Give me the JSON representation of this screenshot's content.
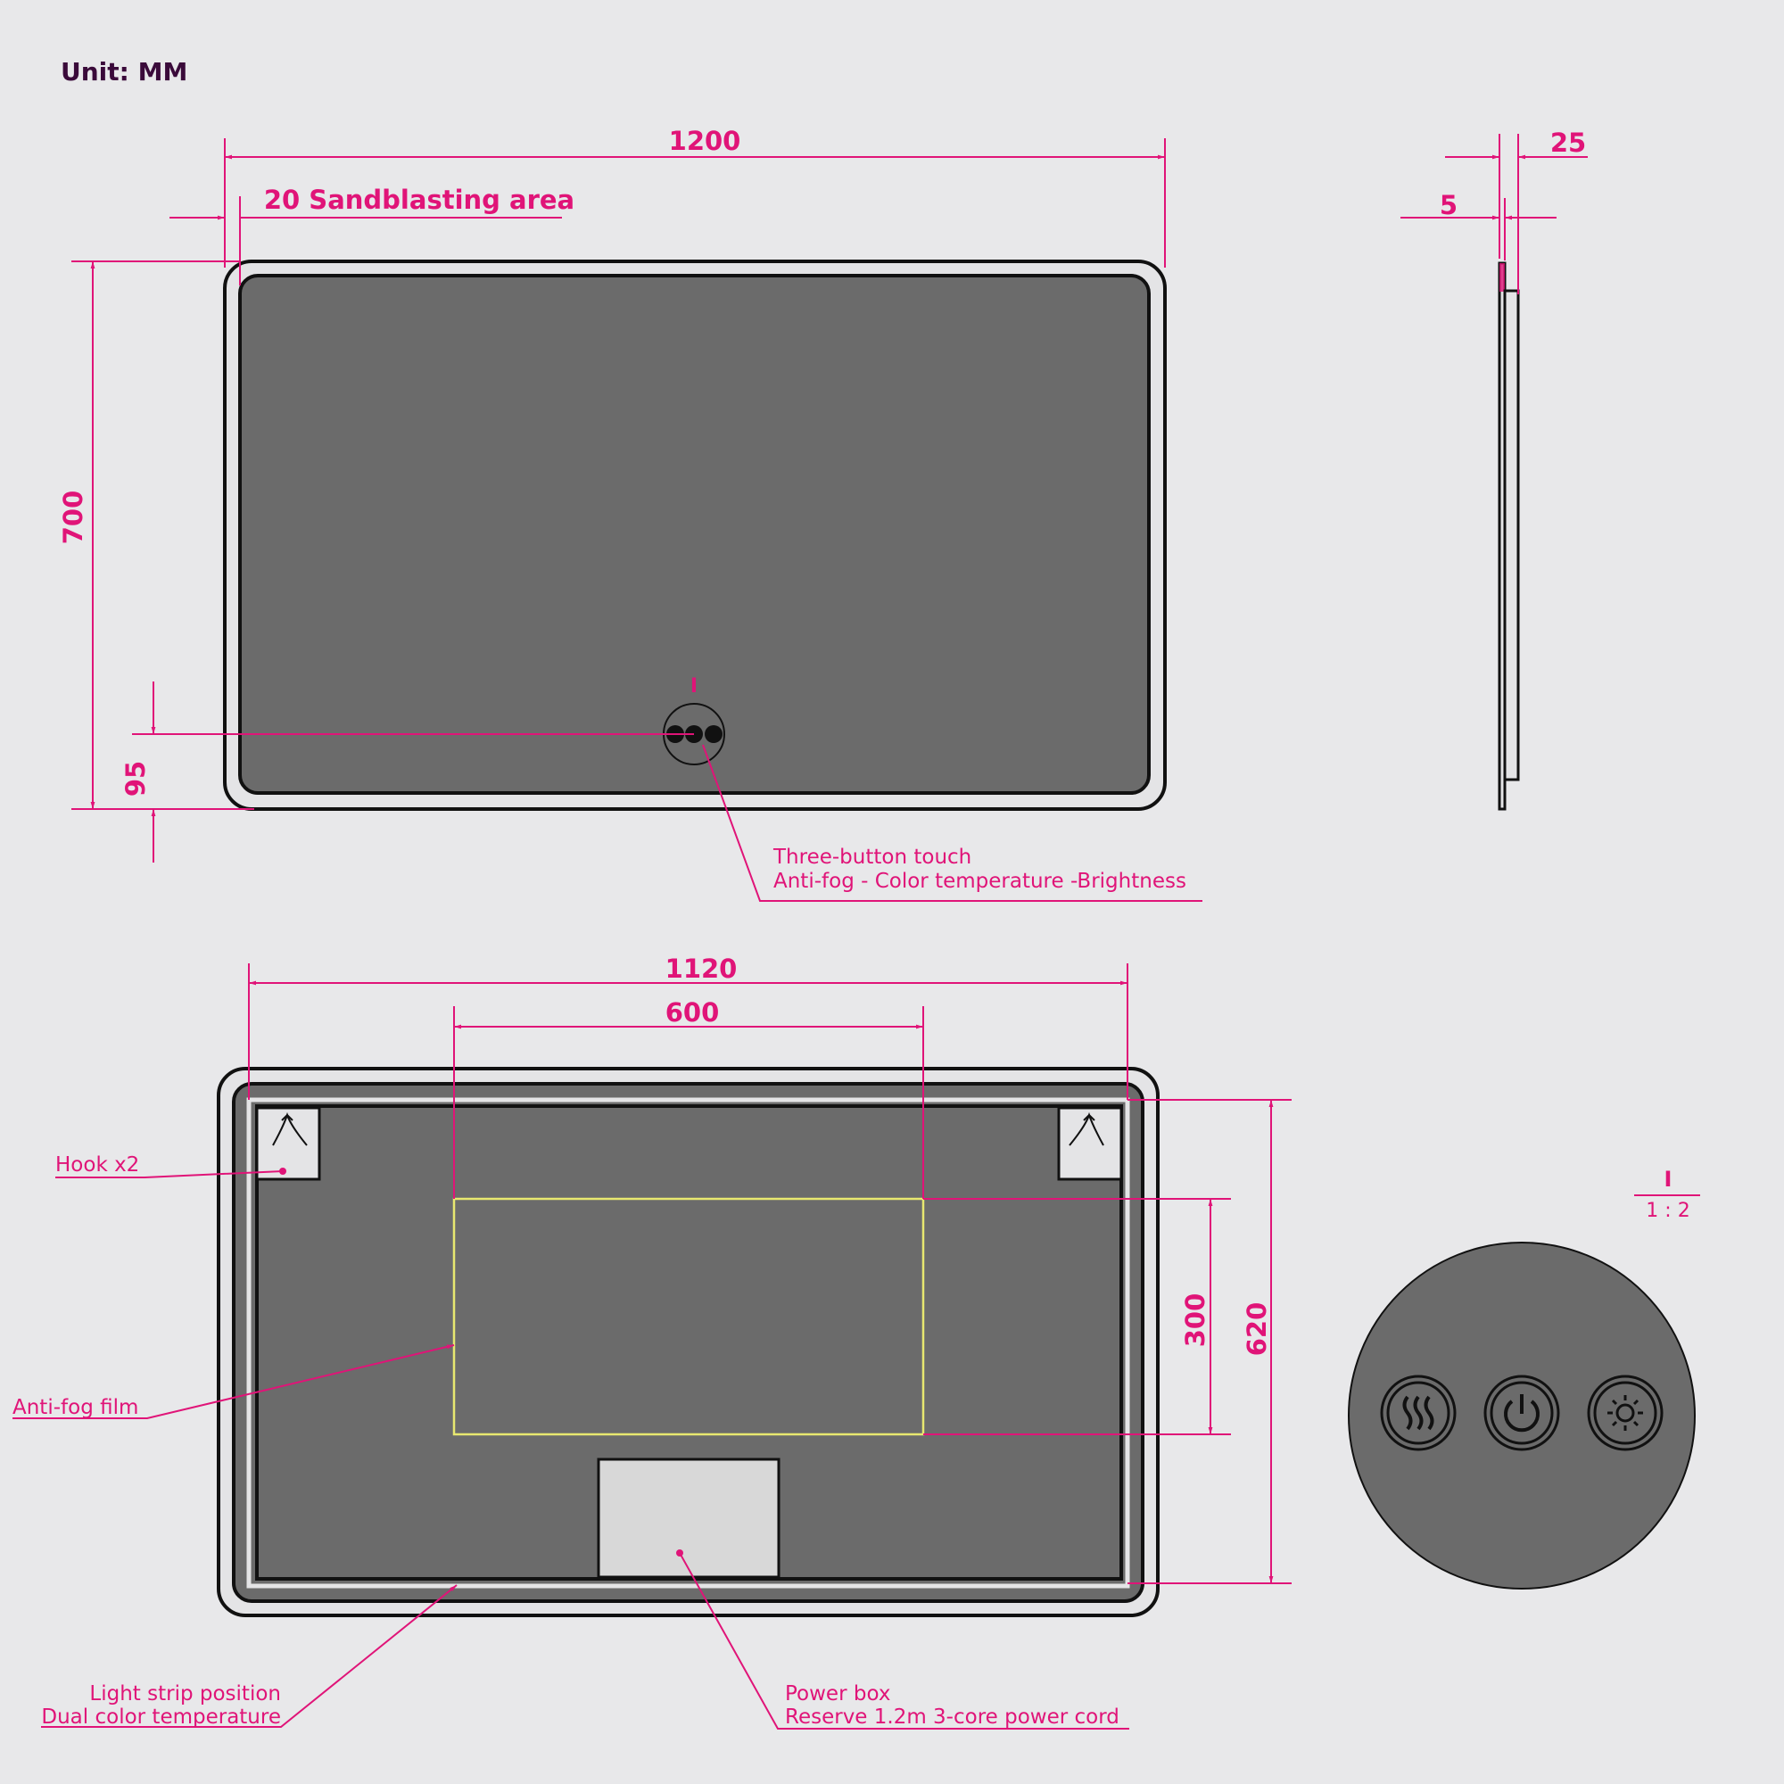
{
  "unit_label": "Unit: MM",
  "front_view": {
    "width_label": "1200",
    "height_label": "700",
    "sandblast_label": "20 Sandblasting area",
    "switch_offset_label": "95",
    "switch_callout": {
      "line1": "Three-button touch",
      "line2": "Anti-fog - Color temperature -Brightness"
    },
    "section_marker": "I"
  },
  "side_view": {
    "depth_label": "25",
    "glass_label": "5"
  },
  "back_view": {
    "width_label": "1120",
    "antifog_width_label": "600",
    "antifog_height_label": "300",
    "height_label": "620",
    "hook_label": "Hook x2",
    "antifog_label": "Anti-fog film",
    "light_strip": {
      "line1": "Light strip position",
      "line2": "Dual color temperature"
    },
    "power_box": {
      "line1": "Power box",
      "line2": "Reserve 1.2m 3-core power cord"
    }
  },
  "detail_view": {
    "marker": "I",
    "scale_label": "1 : 2",
    "buttons": [
      "anti-fog-icon",
      "power-icon",
      "brightness-icon"
    ]
  },
  "colors": {
    "annotation": "#e01478",
    "glass": "#6b6b6b",
    "antifog_outline": "#e8e870",
    "background": "#e8e8ea"
  }
}
